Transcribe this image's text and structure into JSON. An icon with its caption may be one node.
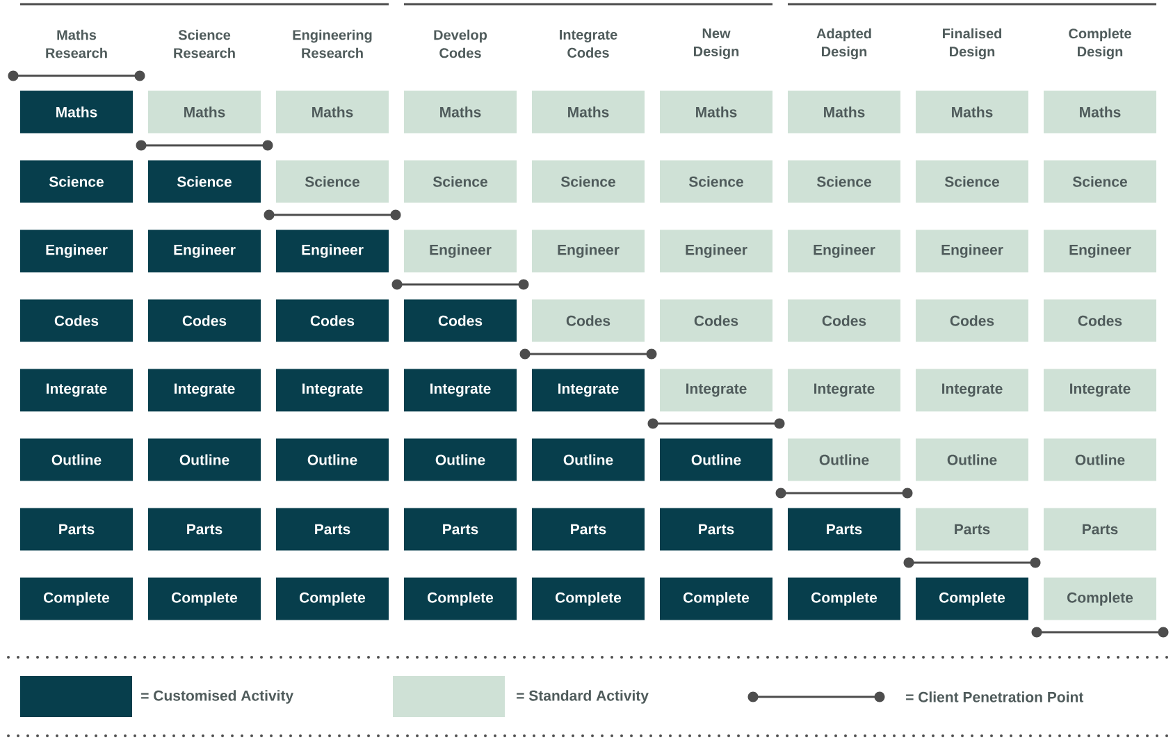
{
  "diagram": {
    "nodes": [
      {
        "text": [
          "Maths"
        ]
      },
      {
        "text": [
          "Maths"
        ]
      },
      {
        "text": [
          "Maths"
        ]
      },
      {
        "text": [
          "Maths"
        ]
      },
      {
        "text": [
          "Maths"
        ]
      },
      {
        "text": [
          "Maths"
        ]
      },
      {
        "text": [
          "Maths"
        ]
      },
      {
        "text": [
          "Maths"
        ]
      },
      {
        "text": [
          "Maths"
        ]
      },
      {
        "text": [
          "Science"
        ]
      },
      {
        "text": [
          "Science"
        ]
      },
      {
        "text": [
          "Science"
        ]
      },
      {
        "text": [
          "Science"
        ]
      },
      {
        "text": [
          "Science"
        ]
      },
      {
        "text": [
          "Science"
        ]
      },
      {
        "text": [
          "Science"
        ]
      },
      {
        "text": [
          "Science"
        ]
      },
      {
        "text": [
          "Science"
        ]
      },
      {
        "text": [
          "Engineer"
        ]
      },
      {
        "text": [
          "Engineer"
        ]
      },
      {
        "text": [
          "Engineer"
        ]
      },
      {
        "text": [
          "Engineer"
        ]
      },
      {
        "text": [
          "Engineer"
        ]
      },
      {
        "text": [
          "Engineer"
        ]
      },
      {
        "text": [
          "Engineer"
        ]
      },
      {
        "text": [
          "Engineer"
        ]
      },
      {
        "text": [
          "Engineer"
        ]
      },
      {
        "text": [
          "Codes"
        ]
      },
      {
        "text": [
          "Codes"
        ]
      },
      {
        "text": [
          "Codes"
        ]
      },
      {
        "text": [
          "Codes"
        ]
      },
      {
        "text": [
          "Codes"
        ]
      },
      {
        "text": [
          "Codes"
        ]
      },
      {
        "text": [
          "Codes"
        ]
      },
      {
        "text": [
          "Codes"
        ]
      },
      {
        "text": [
          "Codes"
        ]
      },
      {
        "text": [
          "Integrate"
        ]
      },
      {
        "text": [
          "Integrate"
        ]
      },
      {
        "text": [
          "Integrate"
        ]
      },
      {
        "text": [
          "Integrate"
        ]
      },
      {
        "text": [
          "Integrate"
        ]
      },
      {
        "text": [
          "Integrate"
        ]
      },
      {
        "text": [
          "Integrate"
        ]
      },
      {
        "text": [
          "Integrate"
        ]
      },
      {
        "text": [
          "Integrate"
        ]
      },
      {
        "text": [
          "Outline"
        ]
      },
      {
        "text": [
          "Outline"
        ]
      },
      {
        "text": [
          "Outline"
        ]
      },
      {
        "text": [
          "Outline"
        ]
      },
      {
        "text": [
          "Outline"
        ]
      },
      {
        "text": [
          "Outline"
        ]
      },
      {
        "text": [
          "Outline"
        ]
      },
      {
        "text": [
          "Outline"
        ]
      },
      {
        "text": [
          "Outline"
        ]
      },
      {
        "text": [
          "Parts"
        ]
      },
      {
        "text": [
          "Parts"
        ]
      },
      {
        "text": [
          "Parts"
        ]
      },
      {
        "text": [
          "Parts"
        ]
      },
      {
        "text": [
          "Parts"
        ]
      },
      {
        "text": [
          "Parts"
        ]
      },
      {
        "text": [
          "Parts"
        ]
      },
      {
        "text": [
          "Parts"
        ]
      },
      {
        "text": [
          "Parts"
        ]
      },
      {
        "text": [
          "Complete"
        ]
      },
      {
        "text": [
          "Complete"
        ]
      },
      {
        "text": [
          "Complete"
        ]
      },
      {
        "text": [
          "Complete"
        ]
      },
      {
        "text": [
          "Complete"
        ]
      },
      {
        "text": [
          "Complete"
        ]
      },
      {
        "text": [
          "Complete"
        ]
      },
      {
        "text": [
          "Complete"
        ]
      },
      {
        "text": [
          "Complete"
        ]
      }
    ],
    "labels": [
      "Maths Research",
      "Science Research",
      "Engineering Research",
      "Develop Codes",
      "Integrate Codes",
      "New Design",
      "Adapted Design",
      "Finalised Design",
      "Complete Design"
    ],
    "legend": [
      {
        "text": "= Customised Activity",
        "color": "#073e4c"
      },
      {
        "text": "= Standard Activity",
        "color": "#cfe1d6"
      },
      {
        "text": "= Client Penetration Point"
      }
    ]
  }
}
